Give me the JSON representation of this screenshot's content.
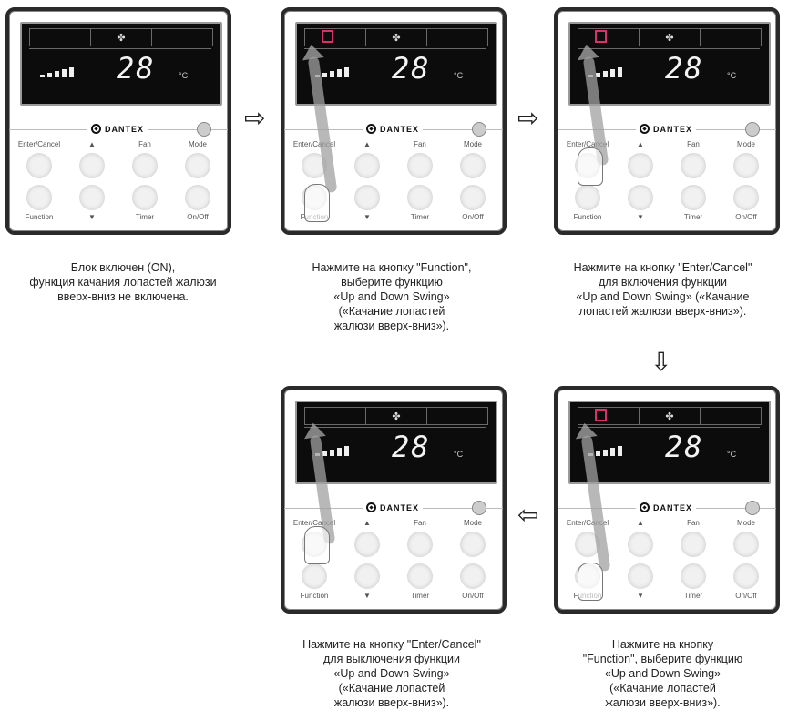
{
  "brand": "DANTEX",
  "lcd": {
    "temperature": "28",
    "unit": "°C"
  },
  "buttons": {
    "top": [
      "Enter/Cancel",
      "▲",
      "Fan",
      "Mode"
    ],
    "bottom": [
      "Function",
      "▼",
      "Timer",
      "On/Off"
    ]
  },
  "captions": {
    "step1": [
      "Блок включен (ON),",
      "функция качания лопастей жалюзи",
      "вверх-вниз не включена."
    ],
    "step2": [
      "Нажмите на кнопку \"Function\",",
      "выберите функцию",
      "«Up and Down Swing»",
      "(«Качание лопастей",
      "жалюзи вверх-вниз»)."
    ],
    "step3": [
      "Нажмите на кнопку \"Enter/Cancel\"",
      "для включения функции",
      "«Up and Down Swing» («Качание",
      "лопастей жалюзи вверх-вниз»)."
    ],
    "step4": [
      "Нажмите на кнопку \"Enter/Cancel\"",
      "для выключения функции",
      "«Up and Down Swing»",
      "(«Качание лопастей",
      "жалюзи вверх-вниз»)."
    ],
    "step5": [
      "Нажмите на кнопку",
      "\"Function\", выберите функцию",
      "«Up and Down Swing»",
      "(«Качание лопастей",
      "жалюзи вверх-вниз»)."
    ]
  }
}
